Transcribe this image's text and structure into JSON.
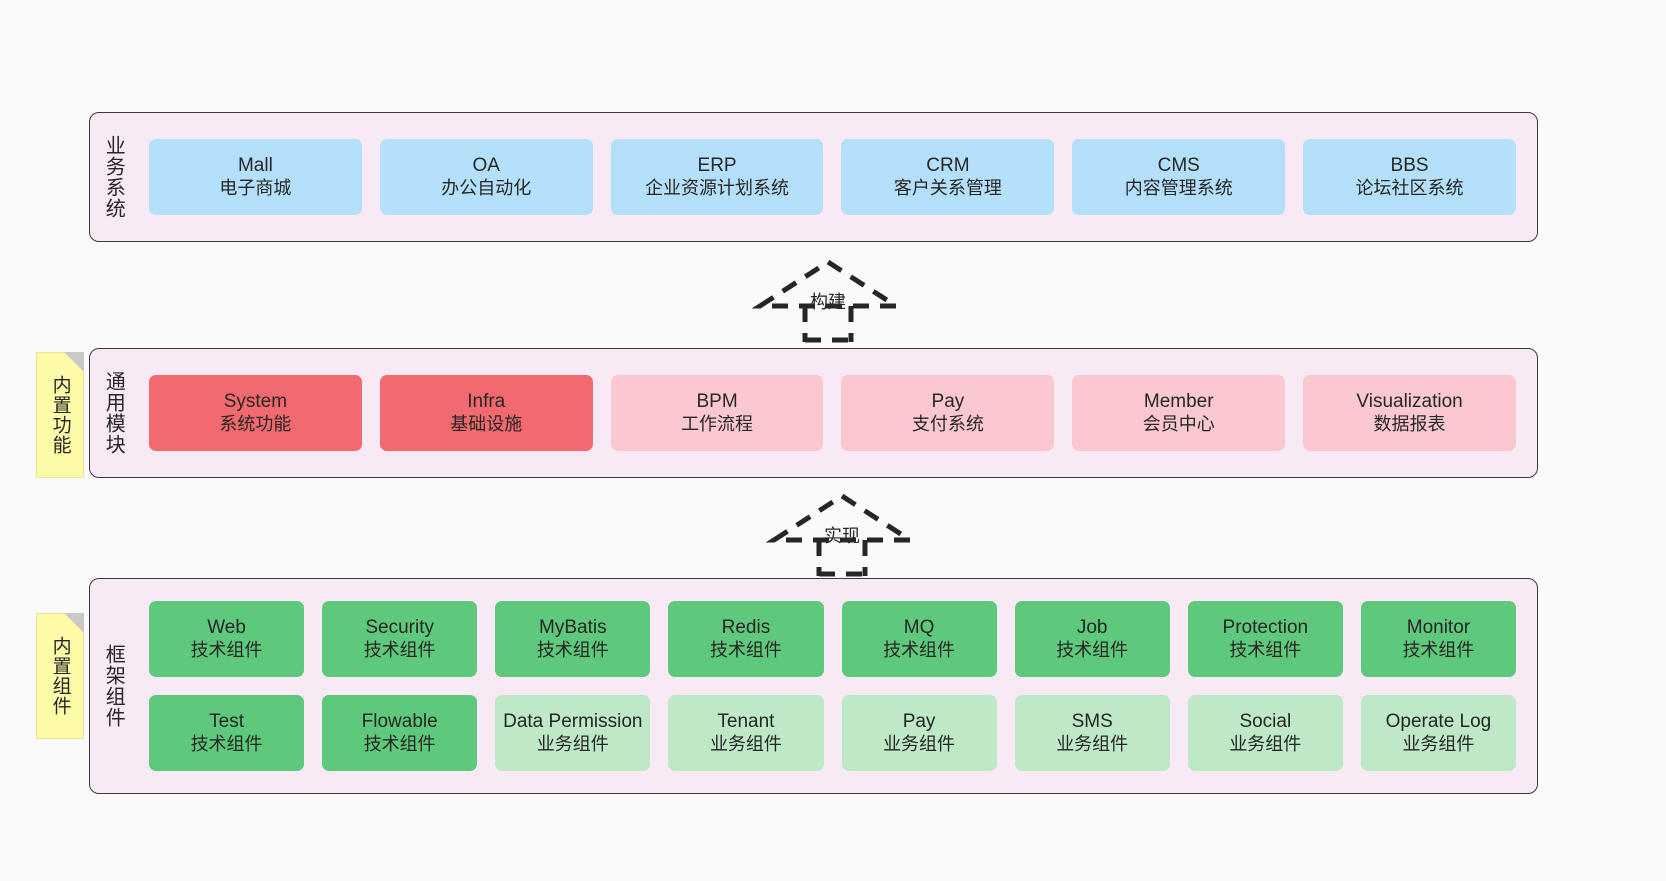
{
  "diagram": {
    "background_color": "#fafafa",
    "panel_color": "#f8eaf4",
    "note_color": "#fdfaa8"
  },
  "layers": [
    {
      "id": "business-system",
      "title": "业务系统",
      "card_color": "#b5e0fb",
      "cards": [
        {
          "name": "Mall",
          "desc": "电子商城"
        },
        {
          "name": "OA",
          "desc": "办公自动化"
        },
        {
          "name": "ERP",
          "desc": "企业资源计划系统"
        },
        {
          "name": "CRM",
          "desc": "客户关系管理"
        },
        {
          "name": "CMS",
          "desc": "内容管理系统"
        },
        {
          "name": "BBS",
          "desc": "论坛社区系统"
        }
      ]
    },
    {
      "id": "common-module",
      "title": "通用模块",
      "note": "内置功能",
      "cards": [
        {
          "name": "System",
          "desc": "系统功能",
          "color": "#f16a6f"
        },
        {
          "name": "Infra",
          "desc": "基础设施",
          "color": "#f16a6f"
        },
        {
          "name": "BPM",
          "desc": "工作流程",
          "color": "#fcc8cf"
        },
        {
          "name": "Pay",
          "desc": "支付系统",
          "color": "#fcc8cf"
        },
        {
          "name": "Member",
          "desc": "会员中心",
          "color": "#fcc8cf"
        },
        {
          "name": "Visualization",
          "desc": "数据报表",
          "color": "#fcc8cf"
        }
      ]
    },
    {
      "id": "framework-component",
      "title": "框架组件",
      "note": "内置组件",
      "rows": [
        [
          {
            "name": "Web",
            "desc": "技术组件",
            "color": "#5ec97c"
          },
          {
            "name": "Security",
            "desc": "技术组件",
            "color": "#5ec97c"
          },
          {
            "name": "MyBatis",
            "desc": "技术组件",
            "color": "#5ec97c"
          },
          {
            "name": "Redis",
            "desc": "技术组件",
            "color": "#5ec97c"
          },
          {
            "name": "MQ",
            "desc": "技术组件",
            "color": "#5ec97c"
          },
          {
            "name": "Job",
            "desc": "技术组件",
            "color": "#5ec97c"
          },
          {
            "name": "Protection",
            "desc": "技术组件",
            "color": "#5ec97c"
          },
          {
            "name": "Monitor",
            "desc": "技术组件",
            "color": "#5ec97c"
          }
        ],
        [
          {
            "name": "Test",
            "desc": "技术组件",
            "color": "#5ec97c"
          },
          {
            "name": "Flowable",
            "desc": "技术组件",
            "color": "#5ec97c"
          },
          {
            "name": "Data Permission",
            "desc": "业务组件",
            "color": "#bfe8c6"
          },
          {
            "name": "Tenant",
            "desc": "业务组件",
            "color": "#bfe8c6"
          },
          {
            "name": "Pay",
            "desc": "业务组件",
            "color": "#bfe8c6"
          },
          {
            "name": "SMS",
            "desc": "业务组件",
            "color": "#bfe8c6"
          },
          {
            "name": "Social",
            "desc": "业务组件",
            "color": "#bfe8c6"
          },
          {
            "name": "Operate Log",
            "desc": "业务组件",
            "color": "#bfe8c6"
          }
        ]
      ]
    }
  ],
  "connectors": [
    {
      "id": "build",
      "label": "构建"
    },
    {
      "id": "realize",
      "label": "实现"
    }
  ]
}
